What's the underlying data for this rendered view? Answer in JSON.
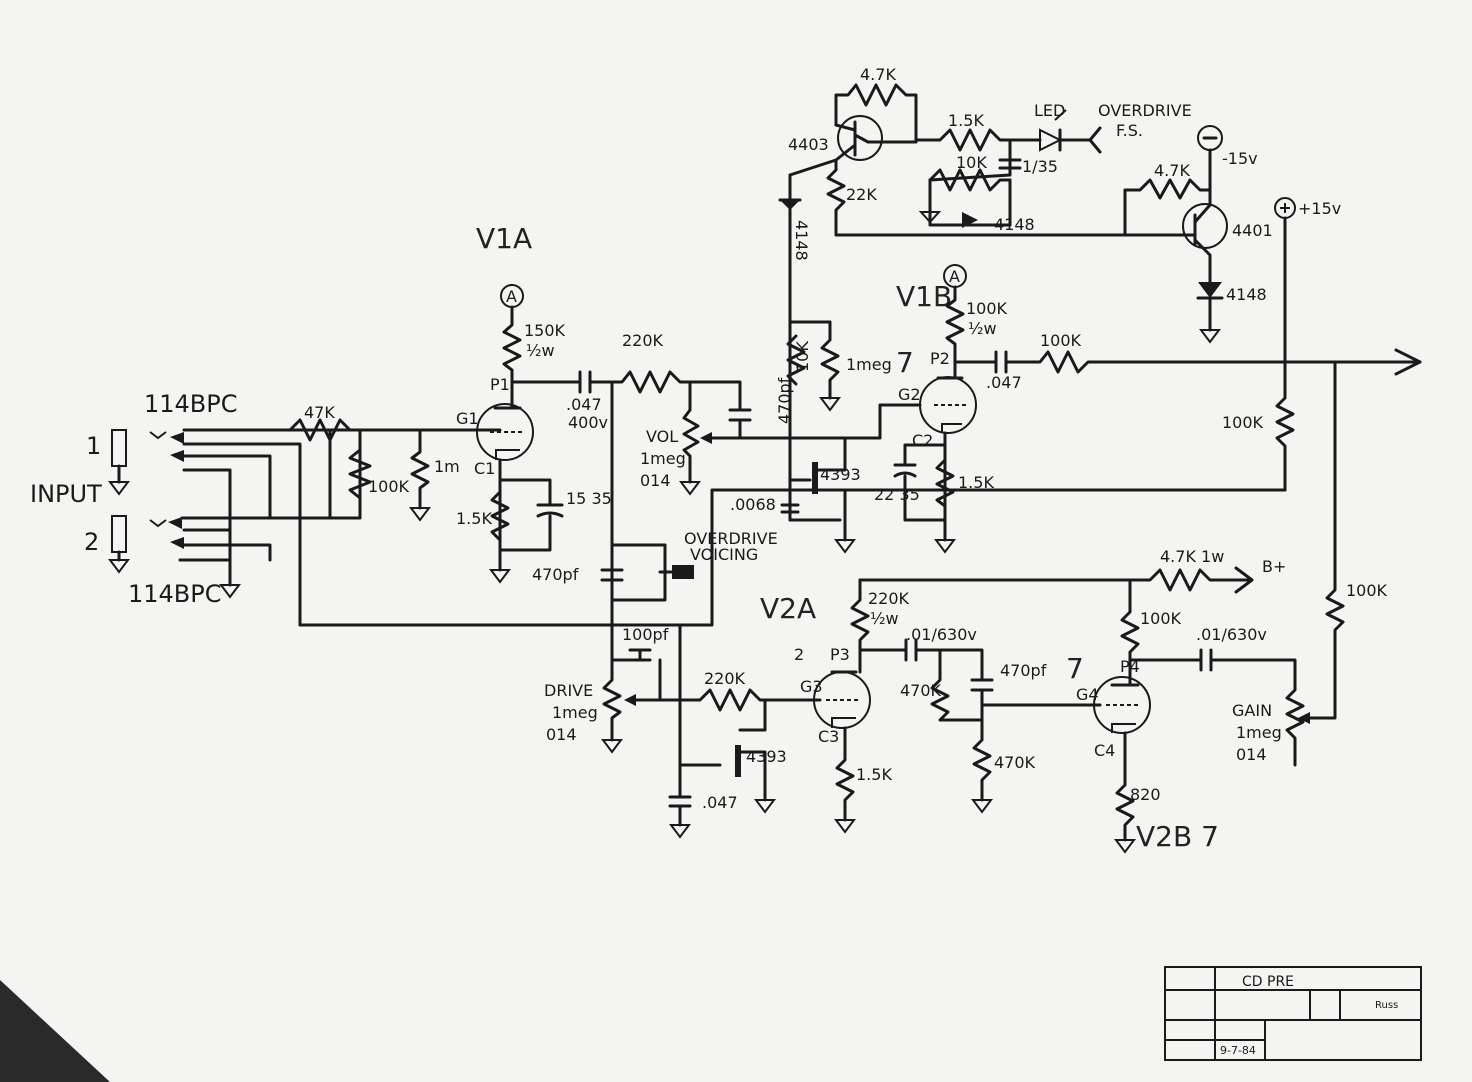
{
  "tubes": {
    "v1a": "V1A",
    "v1b": "V1B",
    "v2a": "V2A",
    "v2b": "V2B 7"
  },
  "inputs": {
    "jack1_num": "1",
    "jack2_num": "2",
    "input_label": "INPUT",
    "jack1_type": "114BPC",
    "jack2_type": "114BPC"
  },
  "v1a_stage": {
    "r_47k": "47K",
    "r_100k": "100K",
    "r_1m": "1m",
    "r_plate": "150K",
    "r_plate_w": "½w",
    "plate": "P1",
    "grid": "G1",
    "cath": "C1",
    "r_cath": "1.5K",
    "c_cath": "15 35",
    "c_couple": ".047",
    "c_couple_v": "400v",
    "r_220k": "220K",
    "c_470": "470pf",
    "vol": "VOL",
    "vol_val": "1meg",
    "vol_code": "014"
  },
  "overdrive": {
    "voicing": "OVERDRIVE",
    "voicing2": "VOICING",
    "c_470": "470pf",
    "c_0068": ".0068",
    "fet": "4393",
    "r_10k": "10K",
    "r_1meg": "1meg",
    "mark": "7"
  },
  "switching": {
    "r_47k_top": "4.7K",
    "q1": "4403",
    "r_15k": "1.5K",
    "led": "LED",
    "fs": "OVERDRIVE",
    "fs2": "F.S.",
    "r_10k": "10K",
    "c": "1/35",
    "diode1": "4148",
    "diode2": "4148",
    "r_22k": "22K",
    "supply": "-15v",
    "r_47k": "4.7K",
    "q2": "4401",
    "diode3": "4148",
    "supply2": "+15v"
  },
  "v1b_stage": {
    "r_plate": "100K",
    "r_plate_w": "½w",
    "plate": "P2",
    "grid": "G2",
    "cath": "C2",
    "c_cath": "22 35",
    "r_cath": "1.5K",
    "c_out": ".047",
    "r_out": "100K",
    "r_mix": "100K"
  },
  "v2a_stage": {
    "r_plate": "220K",
    "r_plate_w": "½w",
    "plate": "P3",
    "grid": "G3",
    "cath": "C3",
    "r_cath": "1.5K",
    "mark": "2",
    "c_100": "100pf",
    "drive": "DRIVE",
    "drive_val": "1meg",
    "drive_code": "014",
    "r_220k": "220K",
    "fet": "4393",
    "c_047": ".047",
    "c_couple": ".01/630v",
    "r_470k_a": "470K",
    "c_470": "470pf",
    "mark2": "7",
    "r_470k_b": "470K"
  },
  "v2b_stage": {
    "r_b": "4.7K 1w",
    "bplus": "B+",
    "r_plate": "100K",
    "plate": "P4",
    "grid": "G4",
    "cath": "C4",
    "r_cath": "820",
    "c_out": ".01/630v",
    "gain": "GAIN",
    "gain_val": "1meg",
    "gain_code": "014",
    "r_mix": "100K"
  },
  "anode_marker": "A",
  "title_block": {
    "title": "CD PRE",
    "drawn_by": "Russ",
    "date": "9-7-84"
  }
}
